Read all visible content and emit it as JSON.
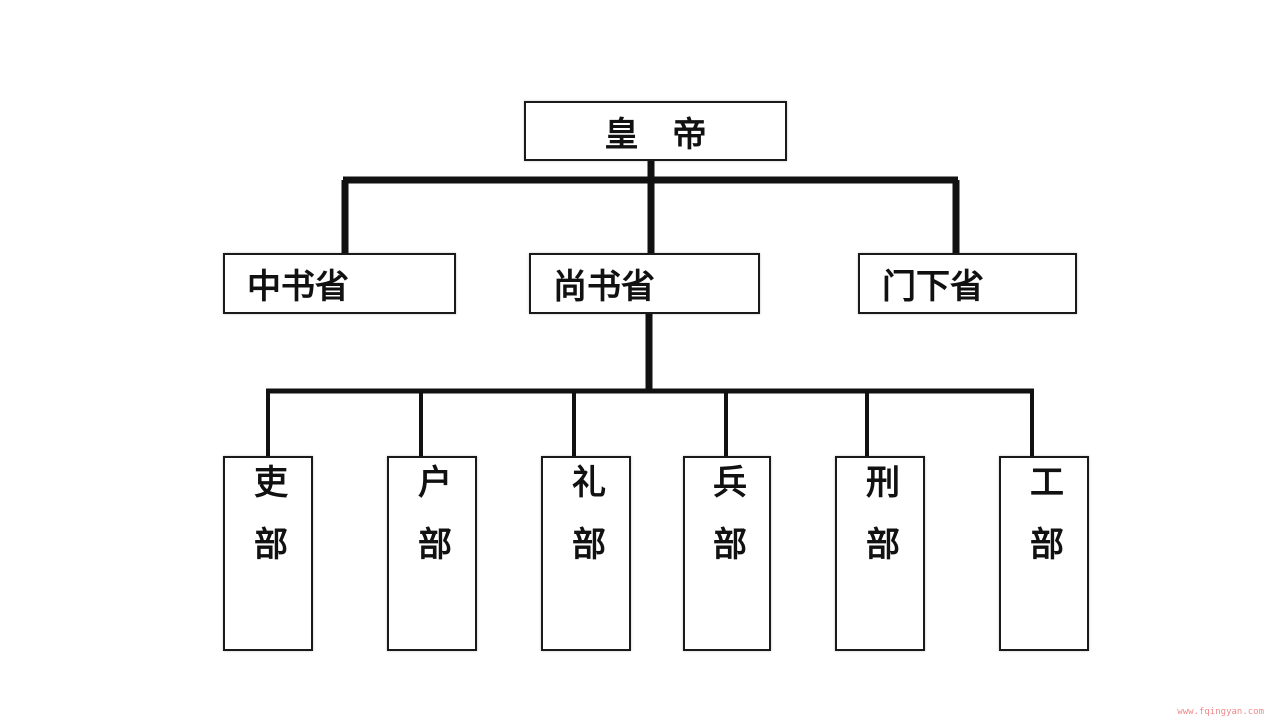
{
  "diagram": {
    "root": {
      "label": "皇帝"
    },
    "level1": [
      {
        "label": "中书省"
      },
      {
        "label": "尚书省"
      },
      {
        "label": "门下省"
      }
    ],
    "level2": [
      {
        "label": "吏部"
      },
      {
        "label": "户部"
      },
      {
        "label": "礼部"
      },
      {
        "label": "兵部"
      },
      {
        "label": "刑部"
      },
      {
        "label": "工部"
      }
    ],
    "line_color": "#111111",
    "border_color": "#1a1a1a"
  },
  "watermark": "www.fqingyan.com"
}
